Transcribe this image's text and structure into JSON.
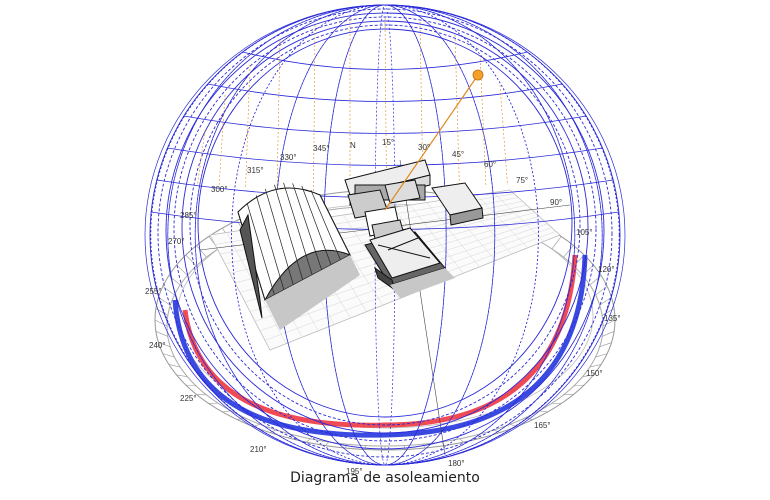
{
  "caption": "Diagrama de asoleamiento",
  "compass": {
    "north_label": "N",
    "degree_labels": [
      "15°",
      "30°",
      "45°",
      "60°",
      "75°",
      "90°",
      "105°",
      "120°",
      "135°",
      "150°",
      "165°",
      "180°",
      "195°",
      "210°",
      "225°",
      "240°",
      "255°",
      "270°",
      "285°",
      "300°",
      "315°",
      "330°",
      "345°"
    ]
  },
  "colors": {
    "sun_path_line": "#2a2ad8",
    "sun_marker": "#f5a02a",
    "sun_ray": "#e08a1e",
    "band_red": "#f04a55",
    "band_blue": "#3a4ae0",
    "ground_grid": "#cccccc",
    "building_stroke": "#111111"
  }
}
